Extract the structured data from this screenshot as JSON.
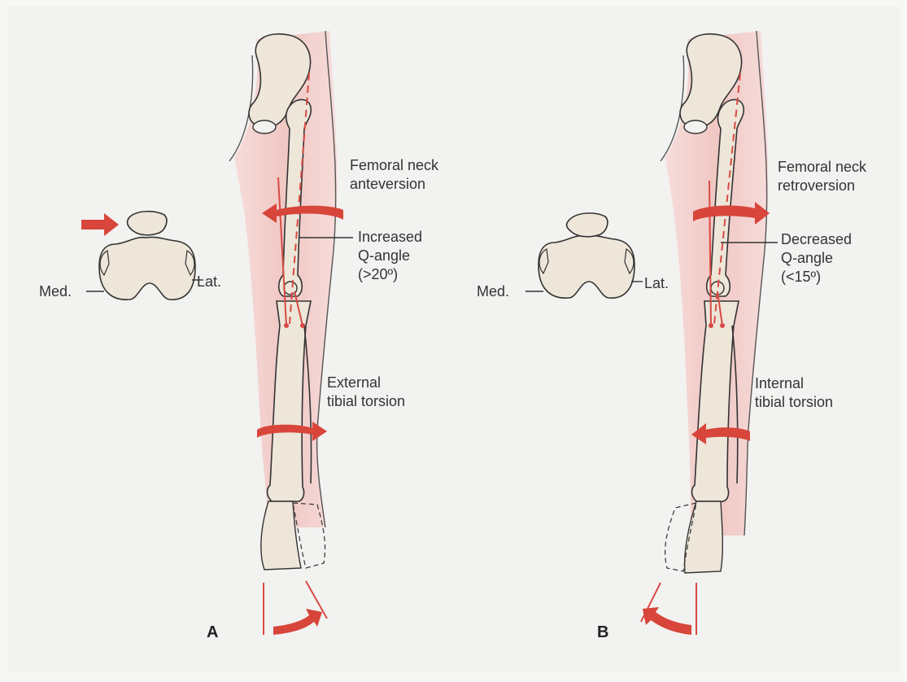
{
  "panel_a": {
    "letter": "A",
    "femoral_label": [
      "Femoral neck",
      "anteversion"
    ],
    "q_angle_label": [
      "Increased",
      "Q-angle",
      "(>20º)"
    ],
    "tibial_label": [
      "External",
      "tibial torsion"
    ],
    "med_label": "Med.",
    "lat_label": "Lat."
  },
  "panel_b": {
    "letter": "B",
    "femoral_label": [
      "Femoral neck",
      "retroversion"
    ],
    "q_angle_label": [
      "Decreased",
      "Q-angle",
      "(<15º)"
    ],
    "tibial_label": [
      "Internal",
      "tibial torsion"
    ],
    "med_label": "Med.",
    "lat_label": "Lat."
  },
  "colors": {
    "bone": "#ede6d9",
    "outline": "#333333",
    "arrow": "#d8453a",
    "axis_line": "#d84a44",
    "skin": "#f3d3d0"
  }
}
